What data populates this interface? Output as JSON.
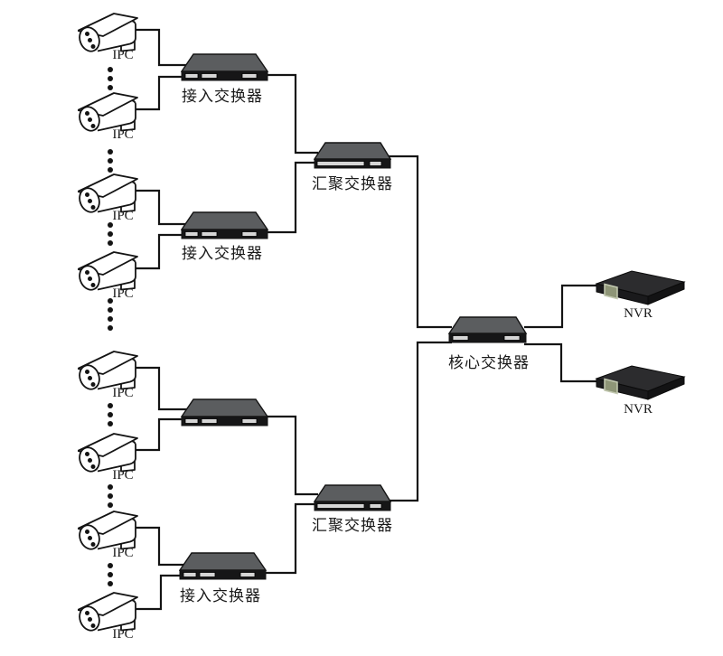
{
  "diagram": {
    "type": "network-topology",
    "background_color": "#ffffff",
    "line_color": "#141414",
    "colors": {
      "switch_top": "#5b5d5f",
      "switch_front": "#161617",
      "switch_port_slot": "#d6d6d6",
      "nvr_body": "#2c2c2e",
      "nvr_front": "#1a1a1c",
      "nvr_screen": "#8e9577",
      "camera_fill": "#ffffff",
      "outline": "#141414"
    },
    "nodes": {
      "ipc_1": {
        "type": "ip-camera",
        "label": "IPC"
      },
      "ipc_2": {
        "type": "ip-camera",
        "label": "IPC"
      },
      "ipc_3": {
        "type": "ip-camera",
        "label": "IPC"
      },
      "ipc_4": {
        "type": "ip-camera",
        "label": "IPC"
      },
      "ipc_5": {
        "type": "ip-camera",
        "label": "IPC"
      },
      "ipc_6": {
        "type": "ip-camera",
        "label": "IPC"
      },
      "ipc_7": {
        "type": "ip-camera",
        "label": "IPC"
      },
      "ipc_8": {
        "type": "ip-camera",
        "label": "IPC"
      },
      "access_switch_1": {
        "type": "switch",
        "label": "接入交换器"
      },
      "access_switch_2": {
        "type": "switch",
        "label": "接入交换器"
      },
      "access_switch_3": {
        "type": "switch",
        "label": ""
      },
      "access_switch_4": {
        "type": "switch",
        "label": "接入交换器"
      },
      "aggregation_switch_1": {
        "type": "switch",
        "label": "汇聚交换器"
      },
      "aggregation_switch_2": {
        "type": "switch",
        "label": "汇聚交换器"
      },
      "core_switch": {
        "type": "switch",
        "label": "核心交换器"
      },
      "nvr_1": {
        "type": "nvr",
        "label": "NVR"
      },
      "nvr_2": {
        "type": "nvr",
        "label": "NVR"
      }
    },
    "connections": [
      {
        "from": "ipc_1",
        "to": "access_switch_1"
      },
      {
        "from": "ipc_2",
        "to": "access_switch_1"
      },
      {
        "from": "ipc_3",
        "to": "access_switch_2"
      },
      {
        "from": "ipc_4",
        "to": "access_switch_2"
      },
      {
        "from": "ipc_5",
        "to": "access_switch_3"
      },
      {
        "from": "ipc_6",
        "to": "access_switch_3"
      },
      {
        "from": "ipc_7",
        "to": "access_switch_4"
      },
      {
        "from": "ipc_8",
        "to": "access_switch_4"
      },
      {
        "from": "access_switch_1",
        "to": "aggregation_switch_1"
      },
      {
        "from": "access_switch_2",
        "to": "aggregation_switch_1"
      },
      {
        "from": "access_switch_3",
        "to": "aggregation_switch_2"
      },
      {
        "from": "access_switch_4",
        "to": "aggregation_switch_2"
      },
      {
        "from": "aggregation_switch_1",
        "to": "core_switch"
      },
      {
        "from": "aggregation_switch_2",
        "to": "core_switch"
      },
      {
        "from": "core_switch",
        "to": "nvr_1"
      },
      {
        "from": "core_switch",
        "to": "nvr_2"
      }
    ]
  }
}
